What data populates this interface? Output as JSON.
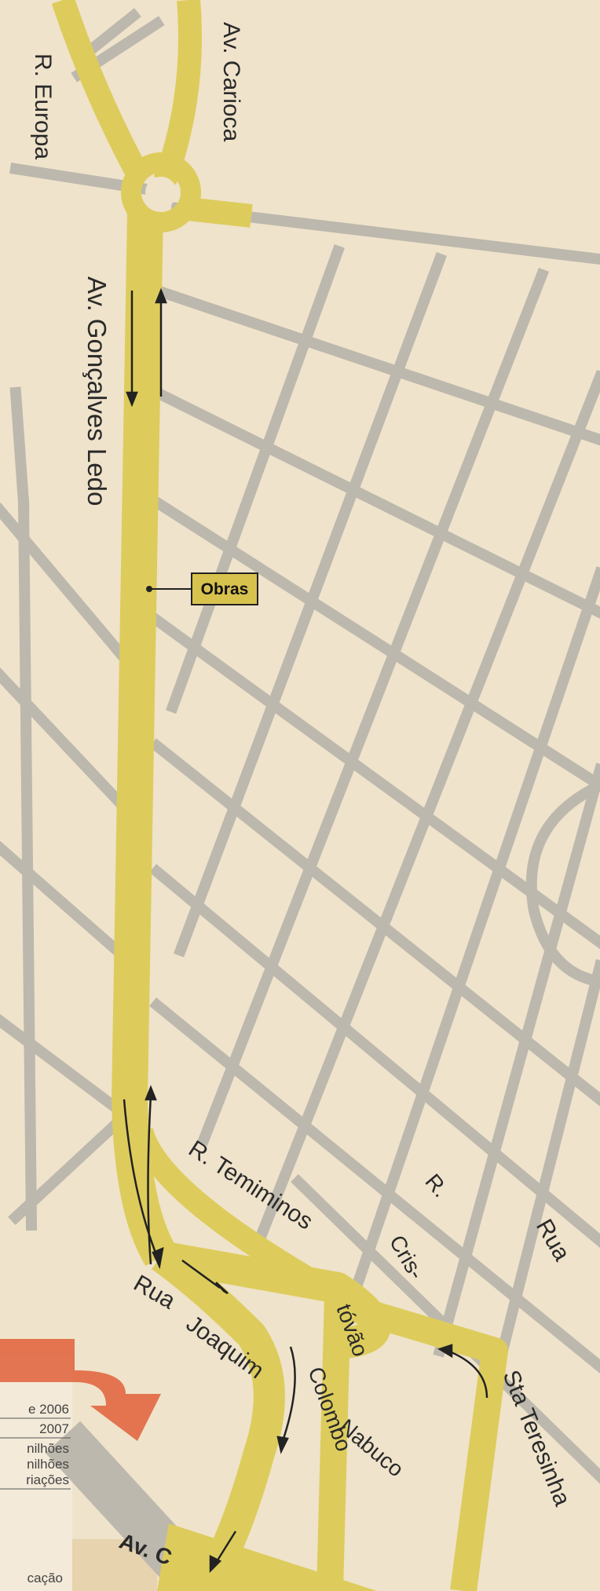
{
  "map": {
    "streets": {
      "r_europa": "R. Europa",
      "av_carioca": "Av. Carioca",
      "av_goncalves_ledo": "Av. Gonçalves Ledo",
      "r_temiminos": "R. Temiminos",
      "r_cristovao_colombo_1": "R.",
      "r_cristovao_colombo_2": "Cris-",
      "r_cristovao_colombo_3": "tóvão",
      "r_cristovao_colombo_4": "Colombo",
      "rua_joaquim_nabuco_1": "Rua",
      "rua_joaquim_nabuco_2": "Joaquim",
      "rua_joaquim_nabuco_3": "Nabuco",
      "rua_sta_teresinha_1": "Rua",
      "rua_sta_teresinha_2": "Sta Teresinha",
      "av_bottom": "Av. C"
    },
    "callout": "Obras"
  },
  "background_fragments": {
    "year_2006": "e 2006",
    "year_2007": "2007",
    "milhoes_1": "nilhões",
    "milhoes_2": "nilhões",
    "variacoes": "riações",
    "cacao": "cação"
  },
  "colors": {
    "paper": "#e7d3ae",
    "block": "#efe2c9",
    "street": "#b9b5ad",
    "route": "#dccc5a",
    "arrow": "#222222",
    "callout_fill": "#d8c24e",
    "red_arrow": "#e0603a"
  }
}
